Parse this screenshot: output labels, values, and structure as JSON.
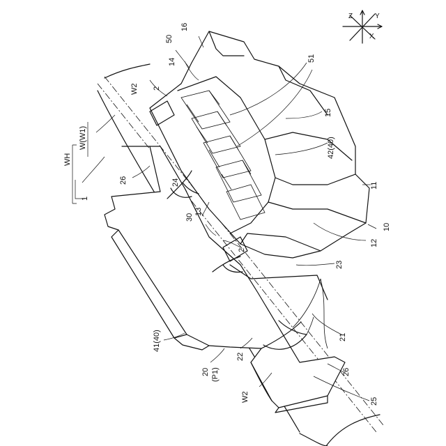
{
  "labels": {
    "wh": "WH",
    "w_w1": "W(W1)",
    "one": "1",
    "w2_top": "W2",
    "two_top": "2",
    "fourteen": "14",
    "fifty": "50",
    "sixteen": "16",
    "fiftyone": "51",
    "fifteen": "15",
    "fortytwo": "42(40)",
    "eleven": "11",
    "ten": "10",
    "twelve": "12",
    "twentysix_top": "26",
    "twentyfour": "24",
    "thirteen": "13",
    "thirty": "30",
    "two_mid": "2",
    "twentythree": "23",
    "twentyone": "21",
    "fortyone": "41(40)",
    "twenty": "20",
    "p1": "(P1)",
    "twentytwo": "22",
    "w2_bottom": "W2",
    "twentysix_bottom": "26",
    "twentyfive": "25"
  },
  "axes": {
    "z": "Z",
    "y": "Y",
    "x": "X"
  }
}
